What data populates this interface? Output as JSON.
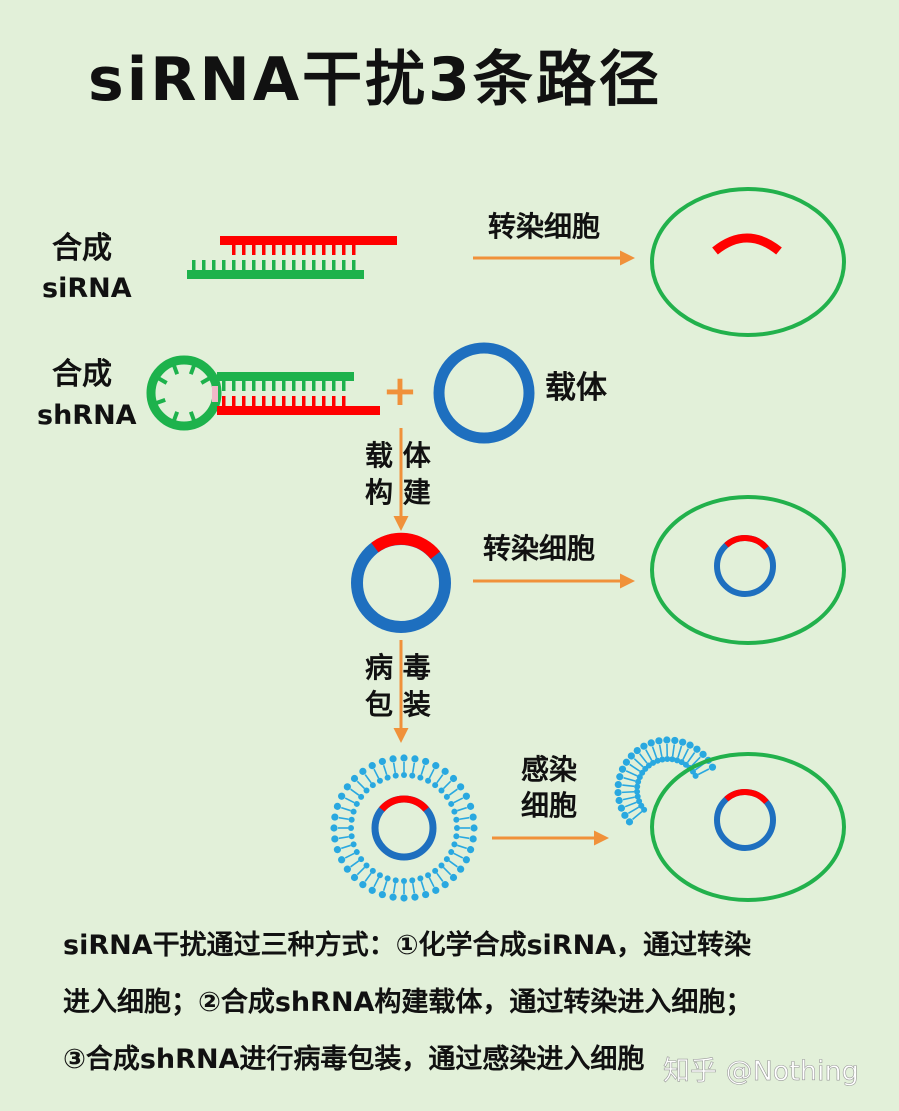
{
  "title": "siRNA干扰3条路径",
  "pathway1": {
    "label_line1": "合成",
    "label_line2": "siRNA",
    "arrow_label": "转染细胞"
  },
  "pathway2": {
    "label_line1": "合成",
    "label_line2": "shRNA",
    "plus_symbol": "+",
    "vector_label": "载体",
    "construct_label": [
      "载 体",
      "构 建"
    ],
    "arrow_label": "转染细胞"
  },
  "pathway3": {
    "package_label": [
      "病 毒",
      "包 装"
    ],
    "arrow_label": [
      "感染",
      "细胞"
    ]
  },
  "caption": [
    "siRNA干扰通过三种方式：①化学合成siRNA，通过转染",
    "进入细胞；②合成shRNA构建载体，通过转染进入细胞；",
    "③合成shRNA进行病毒包装，通过感染进入细胞"
  ],
  "watermark": "知乎 @Nothing",
  "colors": {
    "background": "#e2f0d9",
    "rna_red": "#ff0000",
    "rna_green": "#1db24c",
    "cell_green": "#22b14c",
    "vector_blue": "#1e6fbf",
    "arrow_orange": "#f0913a",
    "virus_blue": "#29a8e0"
  }
}
